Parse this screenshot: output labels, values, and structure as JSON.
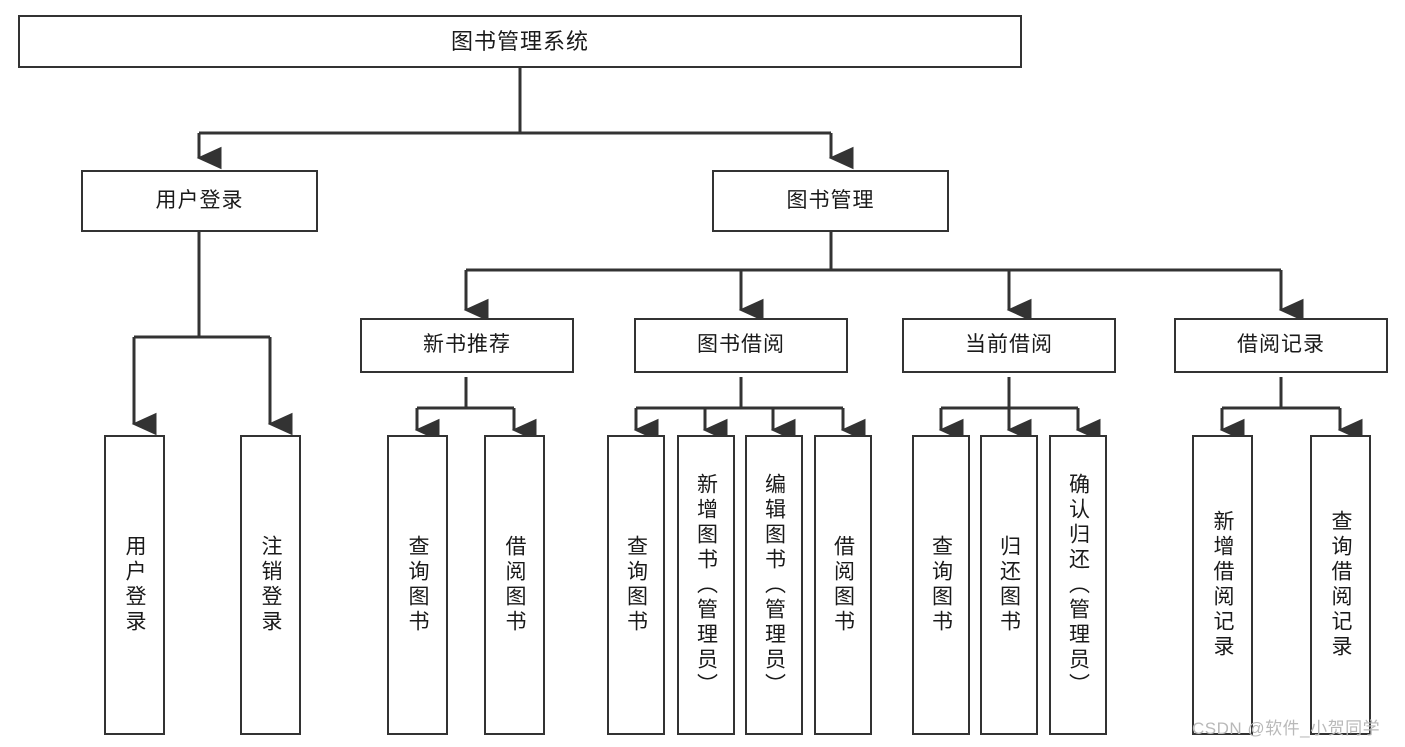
{
  "diagram": {
    "title": "图书管理系统",
    "type": "tree-hierarchy",
    "root": {
      "label": "图书管理系统"
    },
    "level2": [
      {
        "label": "用户登录"
      },
      {
        "label": "图书管理"
      }
    ],
    "level3": [
      {
        "label": "新书推荐"
      },
      {
        "label": "图书借阅"
      },
      {
        "label": "当前借阅"
      },
      {
        "label": "借阅记录"
      }
    ],
    "leaves": {
      "user_login": [
        {
          "label": "用户登录"
        },
        {
          "label": "注销登录"
        }
      ],
      "new_book_recommend": [
        {
          "label": "查询图书"
        },
        {
          "label": "借阅图书"
        }
      ],
      "book_borrow": [
        {
          "label": "查询图书"
        },
        {
          "label": "新增图书（管理员）"
        },
        {
          "label": "编辑图书（管理员）"
        },
        {
          "label": "借阅图书"
        }
      ],
      "current_borrow": [
        {
          "label": "查询图书"
        },
        {
          "label": "归还图书"
        },
        {
          "label": "确认归还（管理员）"
        }
      ],
      "borrow_record": [
        {
          "label": "新增借阅记录"
        },
        {
          "label": "查询借阅记录"
        }
      ]
    }
  },
  "watermark": {
    "text": "CSDN @软件_小贺同学"
  },
  "colors": {
    "border": "#333333",
    "fill": "#ffffff",
    "text": "#1a1a1a",
    "watermark": "#b9b9b9"
  }
}
